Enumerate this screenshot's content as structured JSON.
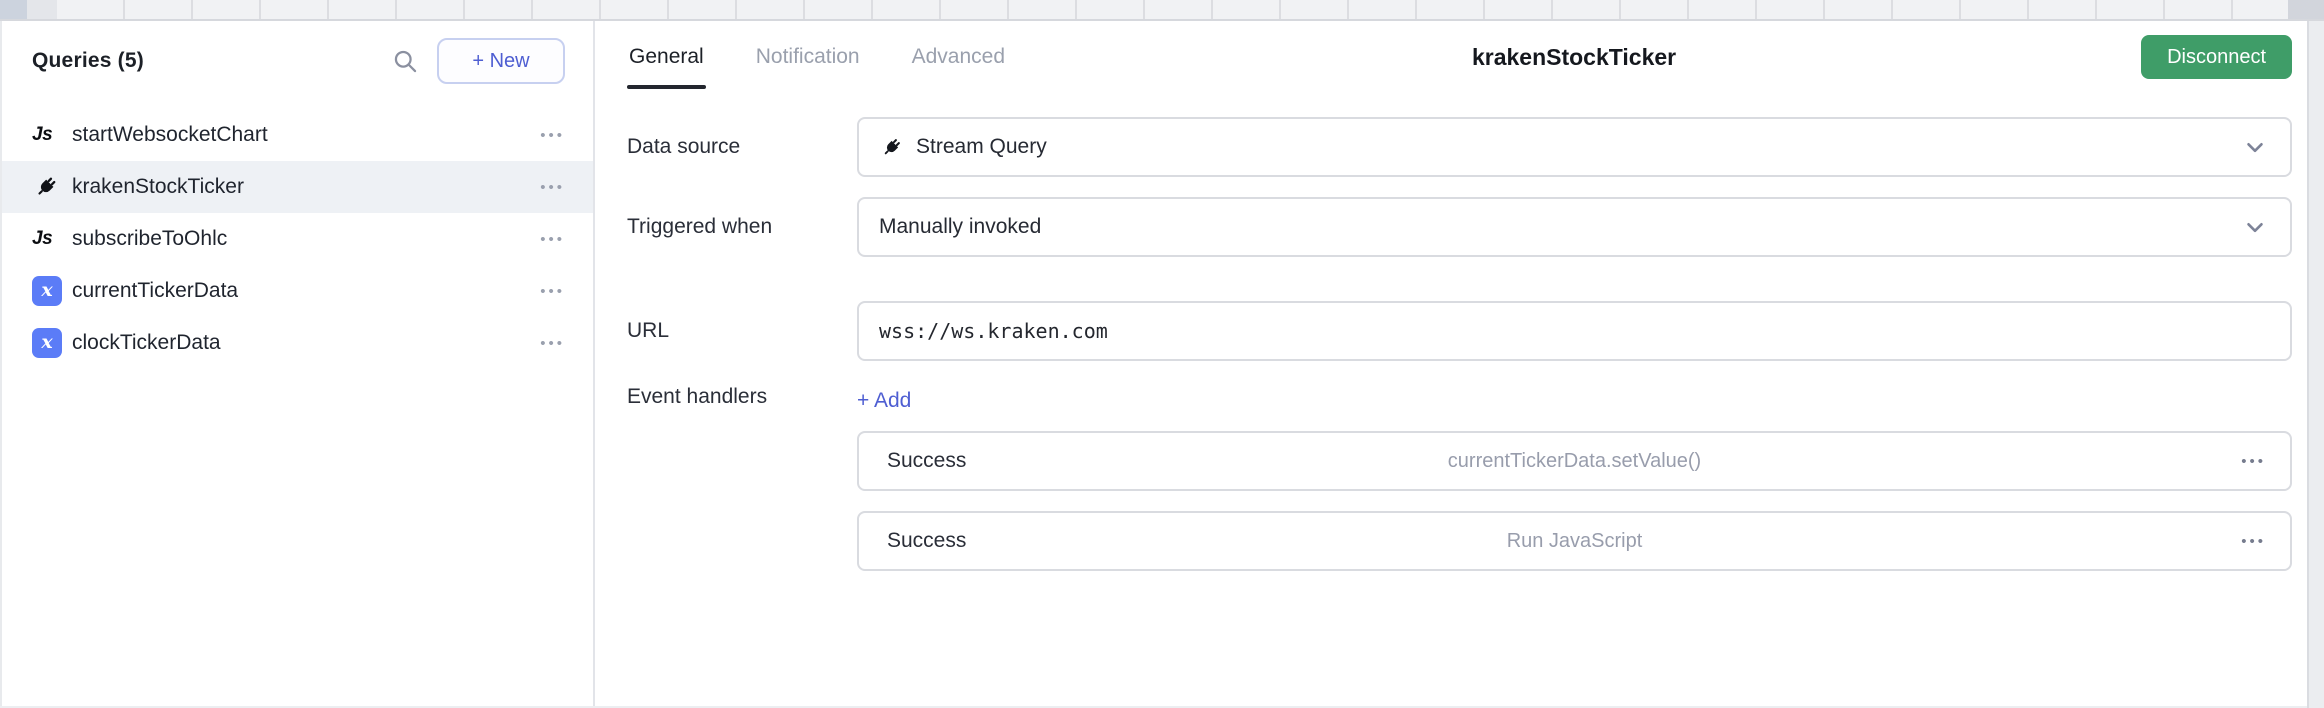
{
  "ui": {
    "more_label": "•••"
  },
  "sidebar": {
    "title": "Queries (5)",
    "new_button_label": "+ New",
    "items": [
      {
        "icon": "js-icon",
        "label": "startWebsocketChart",
        "selected": false
      },
      {
        "icon": "plug-icon",
        "label": "krakenStockTicker",
        "selected": true
      },
      {
        "icon": "js-icon",
        "label": "subscribeToOhlc",
        "selected": false
      },
      {
        "icon": "variable-icon",
        "label": "currentTickerData",
        "selected": false
      },
      {
        "icon": "variable-icon",
        "label": "clockTickerData",
        "selected": false
      }
    ],
    "js_icon_glyph": "Js",
    "variable_icon_glyph": "x"
  },
  "header": {
    "tabs": [
      {
        "label": "General",
        "active": true
      },
      {
        "label": "Notification",
        "active": false
      },
      {
        "label": "Advanced",
        "active": false
      }
    ],
    "title": "krakenStockTicker",
    "disconnect_label": "Disconnect"
  },
  "form": {
    "data_source": {
      "label": "Data source",
      "value": "Stream Query"
    },
    "triggered_when": {
      "label": "Triggered when",
      "value": "Manually invoked"
    },
    "url": {
      "label": "URL",
      "value": "wss://ws.kraken.com"
    },
    "event_handlers": {
      "label": "Event handlers",
      "add_label": "+ Add",
      "handlers": [
        {
          "event": "Success",
          "action": "currentTickerData.setValue()"
        },
        {
          "event": "Success",
          "action": "Run JavaScript"
        }
      ]
    }
  },
  "colors": {
    "accent_blue": "#4e5ed2",
    "variable_icon_blue": "#5b7cf7",
    "disconnect_green": "#3f9d68",
    "selected_row_bg": "#eef1f5",
    "inactive_tab_gray": "#9aa0ad",
    "field_border": "#d9dbe0"
  }
}
